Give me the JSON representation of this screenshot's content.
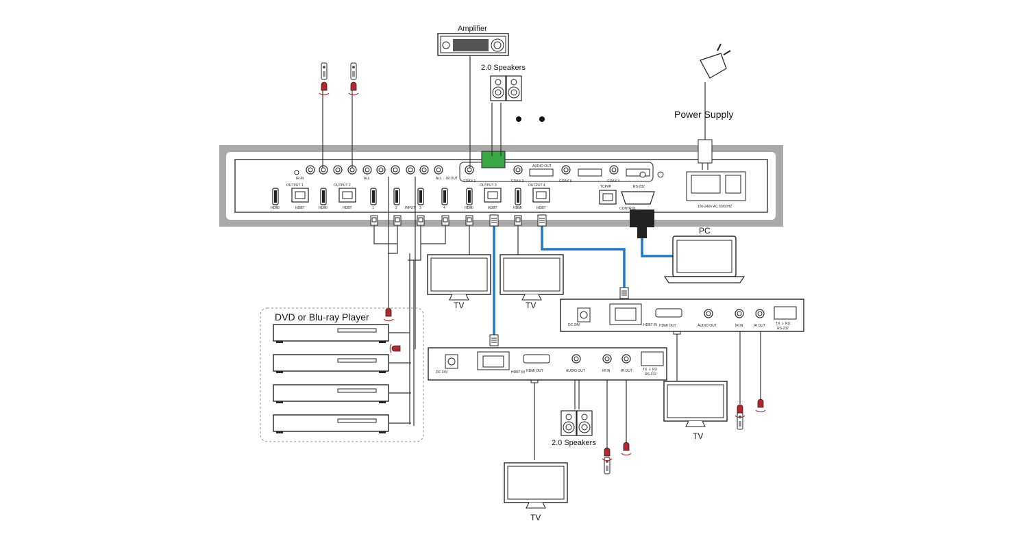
{
  "labels": {
    "amplifier": "Amplifier",
    "speakers_top": "2.0 Speakers",
    "speakers_bottom": "2.0 Speakers",
    "power_supply": "Power Supply",
    "pc": "PC",
    "dvd_group": "DVD or Blu-ray Player",
    "tv": "TV"
  },
  "panel": {
    "ir_in": "IR IN",
    "all": "ALL",
    "all_ir_out": "ALL ←IR OUT",
    "output1": "OUTPUT 1",
    "output2": "OUTPUT 2",
    "output3": "OUTPUT 3",
    "output4": "OUTPUT 4",
    "input": "INPUT",
    "hdmi": "HDMI",
    "hdbt": "HDBT",
    "coax1": "COAX 1",
    "coax2": "COAX 2",
    "coax3": "COAX 3",
    "coax4": "COAX 4",
    "audio_out": "AUDIO OUT",
    "tcp_ip": "TCP/IP",
    "rs232": "RS-232",
    "control": "CONTROL",
    "power_rating": "100-240V AC 50/60HZ",
    "n1": "1",
    "n2": "2",
    "n3": "3",
    "n4": "4"
  },
  "receiver": {
    "dc24v": "DC 24V",
    "hdbt_in": "HDBT IN",
    "hdmi_out": "HDMI OUT",
    "audio_out": "AUDIO OUT",
    "ir_in": "IR IN",
    "ir_out": "IR OUT",
    "tx_rx": "TX ⏚ RX",
    "rs232": "RS-232"
  },
  "colors": {
    "chassis_gray": "#a9a9a9",
    "blue_cable": "#1f78c8",
    "terminal_green": "#3aa845",
    "ir_red": "#b2282d"
  }
}
